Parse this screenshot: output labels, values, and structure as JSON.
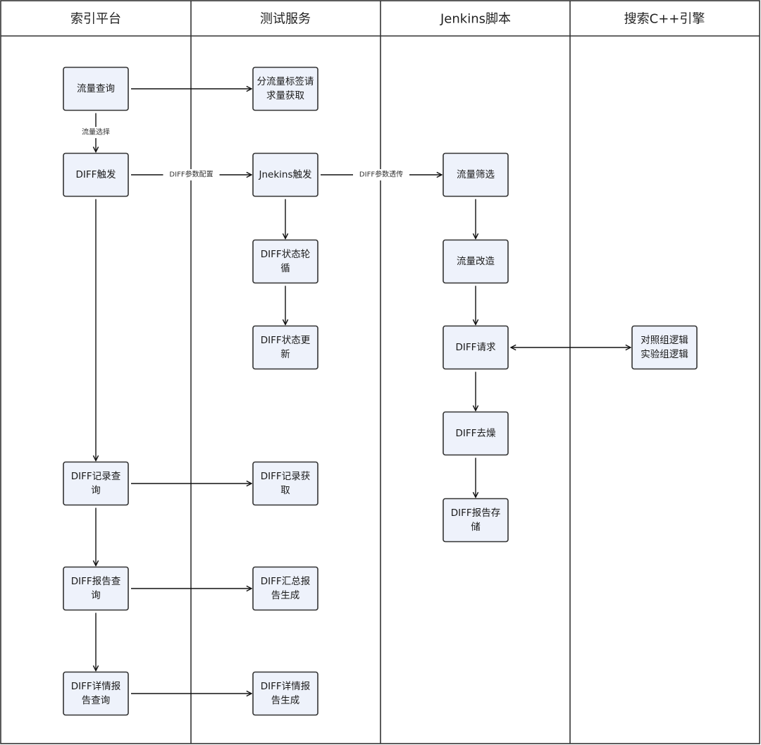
{
  "lanes": [
    {
      "id": "index",
      "title": "索引平台"
    },
    {
      "id": "test",
      "title": "测试服务"
    },
    {
      "id": "jenkins",
      "title": "Jenkins脚本"
    },
    {
      "id": "engine",
      "title": "搜索C++引擎"
    }
  ],
  "nodes": [
    {
      "id": "n1",
      "lane": "index",
      "lines": [
        "流量查询"
      ]
    },
    {
      "id": "n2",
      "lane": "test",
      "lines": [
        "分流量标签请",
        "求量获取"
      ]
    },
    {
      "id": "n3",
      "lane": "index",
      "lines": [
        "DIFF触发"
      ]
    },
    {
      "id": "n4",
      "lane": "test",
      "lines": [
        "Jnekins触发"
      ]
    },
    {
      "id": "n5",
      "lane": "jenkins",
      "lines": [
        "流量筛选"
      ]
    },
    {
      "id": "n6",
      "lane": "test",
      "lines": [
        "DIFF状态轮",
        "循"
      ]
    },
    {
      "id": "n7",
      "lane": "jenkins",
      "lines": [
        "流量改造"
      ]
    },
    {
      "id": "n8",
      "lane": "test",
      "lines": [
        "DIFF状态更",
        "新"
      ]
    },
    {
      "id": "n9",
      "lane": "jenkins",
      "lines": [
        "DIFF请求"
      ]
    },
    {
      "id": "n10",
      "lane": "engine",
      "lines": [
        "对照组逻辑",
        "实验组逻辑"
      ]
    },
    {
      "id": "n11",
      "lane": "jenkins",
      "lines": [
        "DIFF去燥"
      ]
    },
    {
      "id": "n12",
      "lane": "jenkins",
      "lines": [
        "DIFF报告存",
        "储"
      ]
    },
    {
      "id": "n13",
      "lane": "index",
      "lines": [
        "DIFF记录查",
        "询"
      ]
    },
    {
      "id": "n14",
      "lane": "test",
      "lines": [
        "DIFF记录获",
        "取"
      ]
    },
    {
      "id": "n15",
      "lane": "index",
      "lines": [
        "DIFF报告查",
        "询"
      ]
    },
    {
      "id": "n16",
      "lane": "test",
      "lines": [
        "DIFF汇总报",
        "告生成"
      ]
    },
    {
      "id": "n17",
      "lane": "index",
      "lines": [
        "DIFF详情报",
        "告查询"
      ]
    },
    {
      "id": "n18",
      "lane": "test",
      "lines": [
        "DIFF详情报",
        "告生成"
      ]
    }
  ],
  "edges": [
    {
      "from": "n1",
      "to": "n2",
      "label": ""
    },
    {
      "from": "n1",
      "to": "n3",
      "label": "流量选择"
    },
    {
      "from": "n3",
      "to": "n4",
      "label": "DIFF参数配置"
    },
    {
      "from": "n4",
      "to": "n5",
      "label": "DIFF参数透传"
    },
    {
      "from": "n4",
      "to": "n6",
      "label": ""
    },
    {
      "from": "n6",
      "to": "n8",
      "label": ""
    },
    {
      "from": "n5",
      "to": "n7",
      "label": ""
    },
    {
      "from": "n7",
      "to": "n9",
      "label": ""
    },
    {
      "from": "n9",
      "to": "n10",
      "label": "",
      "bidirectional": true
    },
    {
      "from": "n9",
      "to": "n11",
      "label": ""
    },
    {
      "from": "n11",
      "to": "n12",
      "label": ""
    },
    {
      "from": "n3",
      "to": "n13",
      "label": ""
    },
    {
      "from": "n13",
      "to": "n14",
      "label": ""
    },
    {
      "from": "n13",
      "to": "n15",
      "label": ""
    },
    {
      "from": "n15",
      "to": "n16",
      "label": ""
    },
    {
      "from": "n15",
      "to": "n17",
      "label": ""
    },
    {
      "from": "n17",
      "to": "n18",
      "label": ""
    }
  ]
}
